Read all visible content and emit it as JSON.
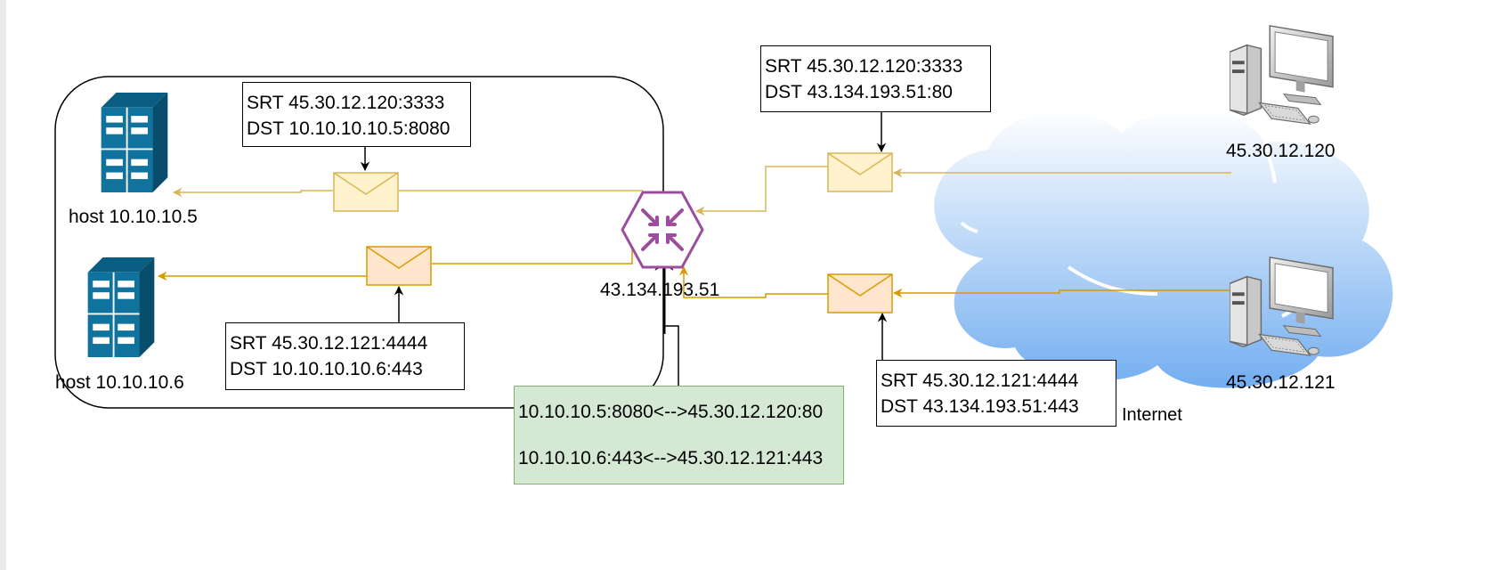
{
  "nodes": {
    "host1": {
      "label": "host 10.10.10.5",
      "icon": "server-rack-icon"
    },
    "host2": {
      "label": "host 10.10.10.6",
      "icon": "server-rack-icon"
    },
    "router": {
      "label": "43.134.193.51",
      "icon": "router-hexagon-icon"
    },
    "client1": {
      "label": "45.30.12.120",
      "icon": "desktop-computer-icon"
    },
    "client2": {
      "label": "45.30.12.121",
      "icon": "desktop-computer-icon"
    },
    "cloud": {
      "label": "Internet",
      "icon": "cloud-icon"
    }
  },
  "packets": {
    "p1_internal": {
      "src": "SRT 45.30.12.120:3333",
      "dst": "DST 10.10.10.10.5:8080"
    },
    "p2_internal": {
      "src": "SRT 45.30.12.121:4444",
      "dst": "DST 10.10.10.10.6:443"
    },
    "p1_external": {
      "src": "SRT 45.30.12.120:3333",
      "dst": "DST 43.134.193.51:80"
    },
    "p2_external": {
      "src": "SRT 45.30.12.121:4444",
      "dst": "DST 43.134.193.51:443"
    }
  },
  "nat_table": {
    "row1": "10.10.10.5:8080<-->45.30.12.120:80",
    "row2": "10.10.10.6:443<-->45.30.12.121:443"
  },
  "colors": {
    "flow1_line": "#d6b656",
    "flow2_line": "#d79b00",
    "envelope1_fill": "#fff2cc",
    "envelope2_fill": "#ffe6cc",
    "server_fill": "#10739e",
    "router_stroke": "#9c4d9e",
    "nat_fill": "#d5e8d4",
    "nat_stroke": "#82b366"
  }
}
